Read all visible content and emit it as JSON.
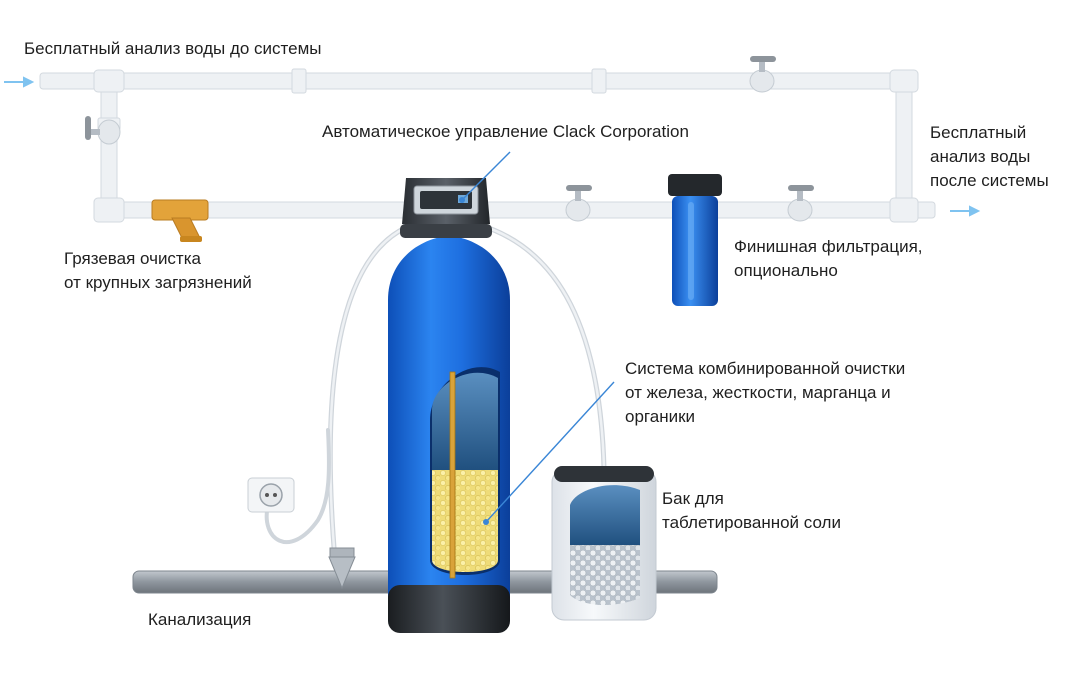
{
  "labels": {
    "analysis_before": "Бесплатный анализ воды до системы",
    "analysis_after": [
      "Бесплатный",
      "анализ воды",
      "после системы"
    ],
    "control": "Автоматическое управление Clack Corporation",
    "strainer": [
      "Грязевая очистка",
      "от крупных загрязнений"
    ],
    "final_filter": [
      "Финишная фильтрация,",
      "опционально"
    ],
    "combined_system": [
      "Система комбинированной очистки",
      "от железа, жесткости, марганца и",
      "органики"
    ],
    "salt_tank": [
      "Бак для",
      "таблетированной соли"
    ],
    "sewer": "Канализация"
  },
  "colors": {
    "pipe": "#eef1f4",
    "pipe_edge": "#d5dbe1",
    "tank_blue": "#1f6fe0",
    "tank_base": "#2a2e33",
    "media": "#f2e27a",
    "brass": "#e3a33a",
    "drain_pipe": "#9aa2aa",
    "flow_arrow": "#7fc3f0",
    "salt_tank": "#eef1f5"
  },
  "icons": [
    "flow-arrow-icon",
    "valve-icon",
    "power-socket-icon",
    "y-strainer-icon",
    "control-display-icon"
  ]
}
